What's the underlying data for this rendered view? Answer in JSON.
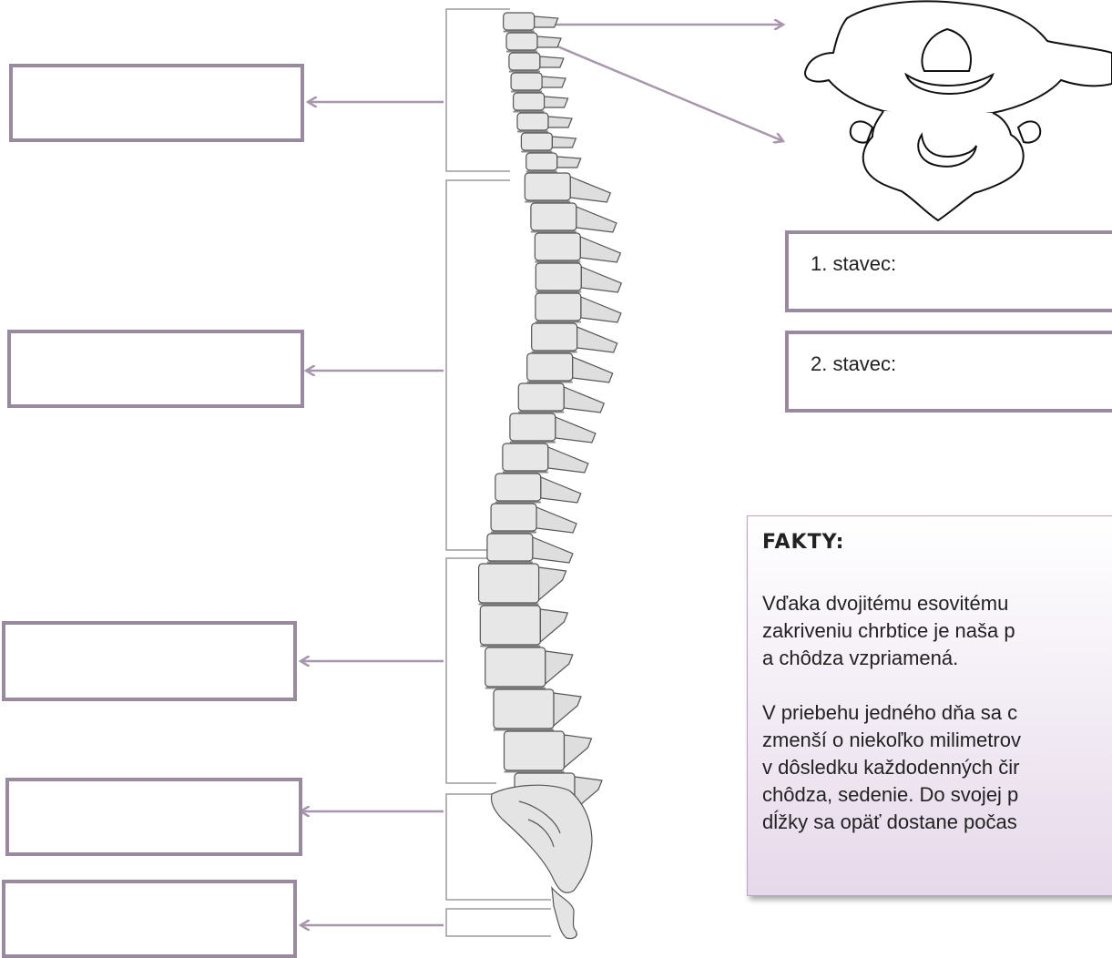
{
  "vertebra_labels": {
    "first": "1. stavec:",
    "second": "2. stavec:"
  },
  "facts": {
    "title": "FAKTY:",
    "paragraph1": [
      "Vďaka dvojitému esovitému",
      "zakriveniu chrbtice je naša p",
      "a chôdza vzpriamená."
    ],
    "paragraph2": [
      "V priebehu jedného dňa sa c",
      "zmenší o niekoľko milimetrov",
      "v dôsledku každodenných čir",
      "chôdza, sedenie. Do svojej p",
      "dĺžky sa opäť dostane počas"
    ]
  },
  "colors": {
    "box_border": "#9a8aa0",
    "arrow": "#a896ad",
    "bone_fill": "#e7e7e7",
    "bone_stroke": "#555555",
    "bracket": "#999999"
  }
}
